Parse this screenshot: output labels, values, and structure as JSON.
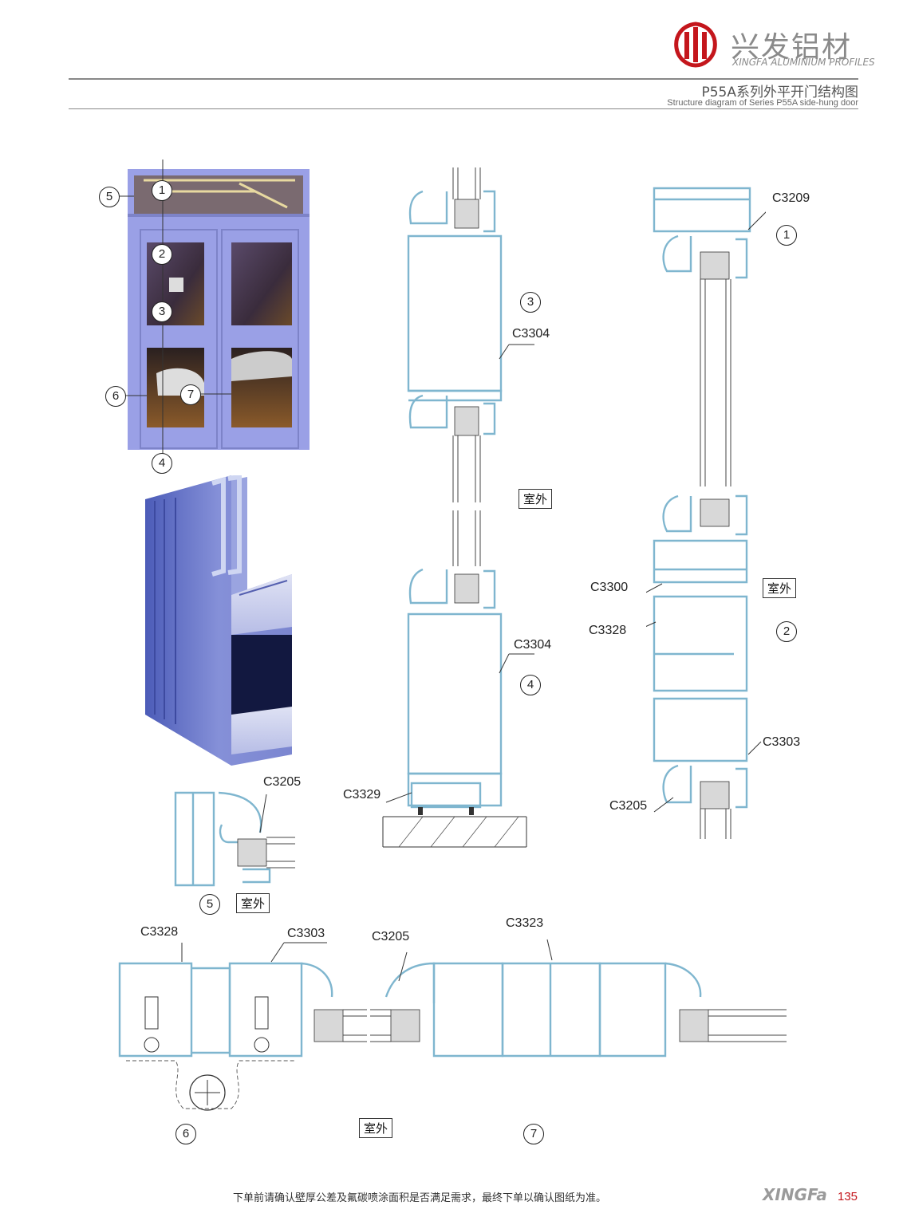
{
  "header": {
    "brand_cn": "兴发铝材",
    "brand_en": "XINGFA ALUMINIUM PROFILES",
    "title_cn": "P55A系列外平开门结构图",
    "title_en": "Structure diagram of Series P55A side-hung door"
  },
  "photo_markers": [
    "1",
    "2",
    "3",
    "4",
    "5",
    "6",
    "7"
  ],
  "profile_codes": {
    "c3209": "C3209",
    "c3304_a": "C3304",
    "c3304_b": "C3304",
    "c3329": "C3329",
    "c3300": "C3300",
    "c3328_v": "C3328",
    "c3303_v": "C3303",
    "c3205_v": "C3205",
    "c3205_s5": "C3205",
    "c3328_h": "C3328",
    "c3303_h": "C3303",
    "c3205_h": "C3205",
    "c3323": "C3323"
  },
  "section_markers": {
    "s1": "1",
    "s2": "2",
    "s3": "3",
    "s4": "4",
    "s5": "5",
    "s6": "6",
    "s7": "7"
  },
  "outdoor_label": "室外",
  "footer": {
    "note": "下单前请确认壁厚公差及氟碳喷涂面积是否满足需求，最终下单以确认图纸为准。",
    "brand": "XINGFa",
    "page": "135"
  },
  "colors": {
    "logo_red": "#c4161c",
    "profile_blue": "#7fb6cf",
    "door_frame": "#9aa0e6"
  }
}
